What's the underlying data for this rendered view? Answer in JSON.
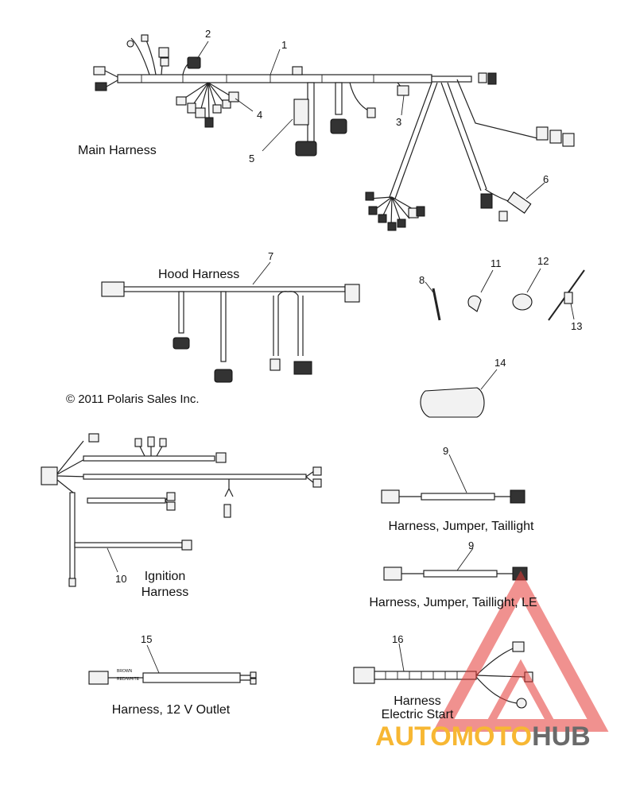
{
  "copyright": "© 2011 Polaris Sales Inc.",
  "sections": {
    "main": "Main Harness",
    "hood": "Hood Harness",
    "ignition_line1": "Ignition",
    "ignition_line2": "Harness",
    "taillight": "Harness, Jumper, Taillight",
    "taillight_le": "Harness, Jumper, Taillight, LE",
    "outlet": "Harness, 12 V Outlet",
    "electric_line1": "Harness",
    "electric_line2": "Electric Start"
  },
  "callouts": [
    "1",
    "2",
    "3",
    "4",
    "5",
    "6",
    "7",
    "8",
    "9",
    "9",
    "10",
    "11",
    "12",
    "13",
    "14",
    "15",
    "16"
  ],
  "wire_tags": {
    "brown": "BROWN",
    "red_white": "RED/WHITE"
  },
  "watermark": {
    "part1": "AUTOMOTO",
    "part2": "HUB",
    "color1": "#f7b733",
    "color2": "#6a6a6a",
    "triangle_color": "#e53935"
  }
}
